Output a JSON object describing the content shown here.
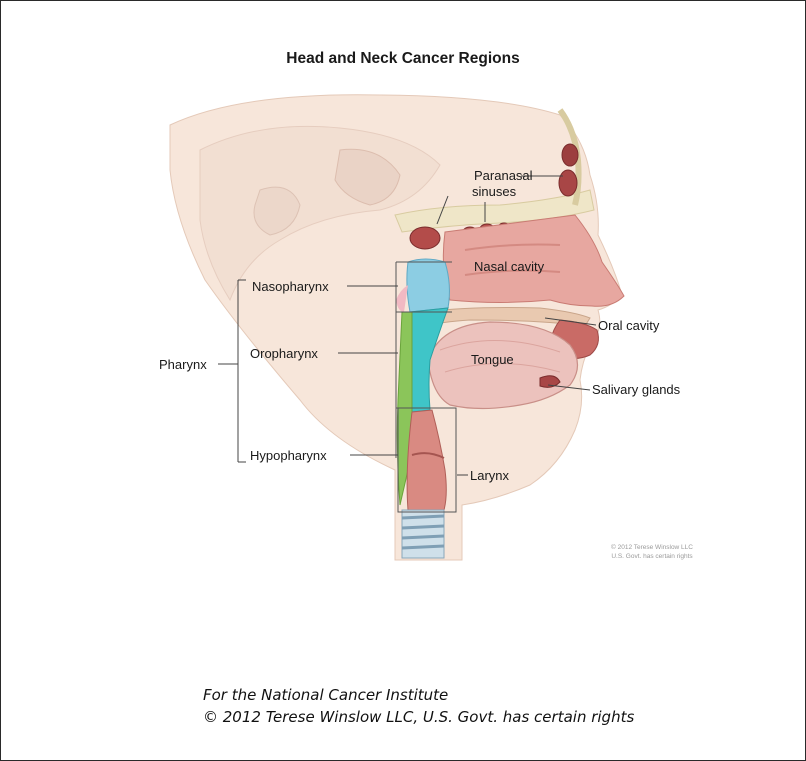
{
  "title": "Head and Neck Cancer Regions",
  "labels": {
    "paranasal_line1": "Paranasal",
    "paranasal_line2": "sinuses",
    "nasal_cavity": "Nasal cavity",
    "nasopharynx": "Nasopharynx",
    "oral_cavity": "Oral cavity",
    "pharynx": "Pharynx",
    "oropharynx": "Oropharynx",
    "tongue": "Tongue",
    "salivary_glands": "Salivary glands",
    "hypopharynx": "Hypopharynx",
    "larynx": "Larynx"
  },
  "watermark": {
    "line1": "© 2012 Terese Winslow LLC",
    "line2": "U.S. Govt. has certain rights"
  },
  "credit": {
    "line1": "For the National Cancer Institute",
    "line2": "© 2012 Terese Winslow LLC, U.S. Govt. has certain rights"
  },
  "colors": {
    "skin": "#f6e3d6",
    "tissue": "#e8a9a0",
    "dark_tissue": "#b45a57",
    "nasopharynx": "#7ec7de",
    "oropharynx": "#3fc7c9",
    "hypopharynx": "#8fc65b",
    "bone": "#eee4c6"
  }
}
